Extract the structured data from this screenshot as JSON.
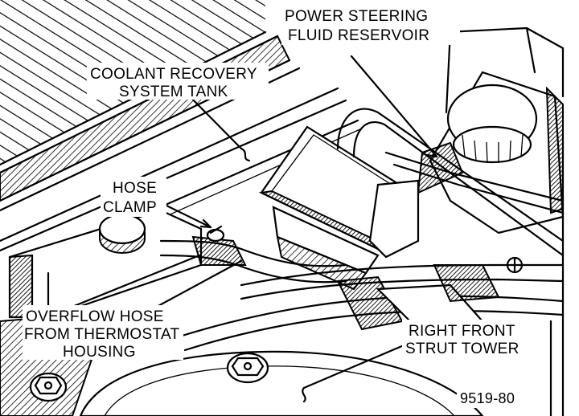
{
  "labels": {
    "power_steering_reservoir_line1": "POWER STEERING",
    "power_steering_reservoir_line2": "FLUID RESERVOIR",
    "coolant_tank_line1": "COOLANT RECOVERY",
    "coolant_tank_line2": "SYSTEM TANK",
    "hose_clamp_line1": "HOSE",
    "hose_clamp_line2": "CLAMP",
    "overflow_hose_line1": "OVERFLOW HOSE",
    "overflow_hose_line2": "FROM THERMOSTAT",
    "overflow_hose_line3": "HOUSING",
    "strut_tower_line1": "RIGHT FRONT",
    "strut_tower_line2": "STRUT TOWER",
    "figure_number": "9519-80"
  }
}
